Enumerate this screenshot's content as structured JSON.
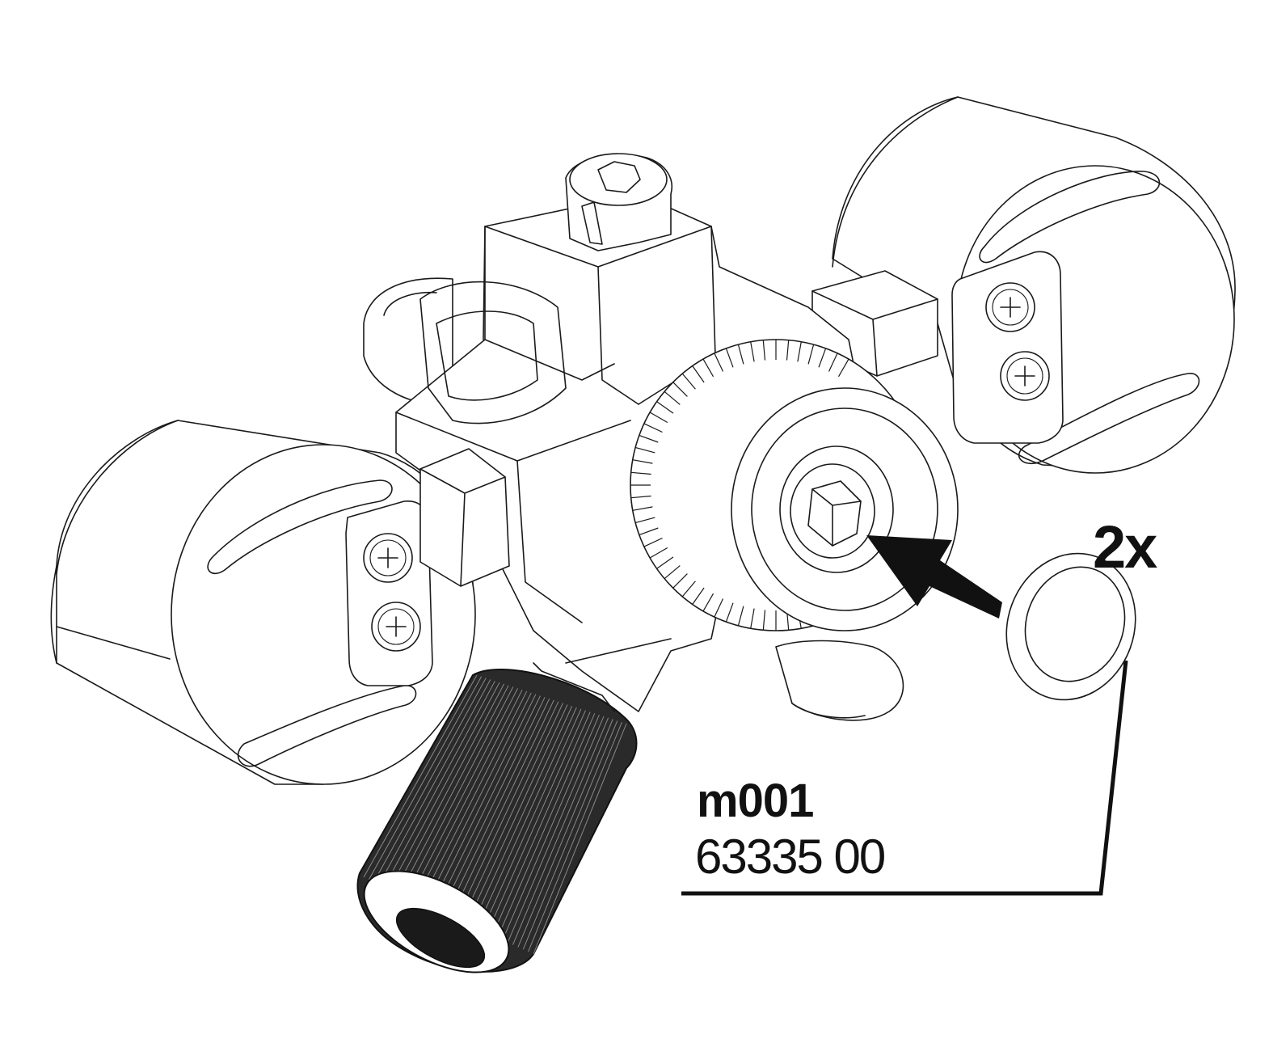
{
  "callout": {
    "quantity": "2x",
    "part_code": "m001",
    "part_number": "63335 00"
  }
}
